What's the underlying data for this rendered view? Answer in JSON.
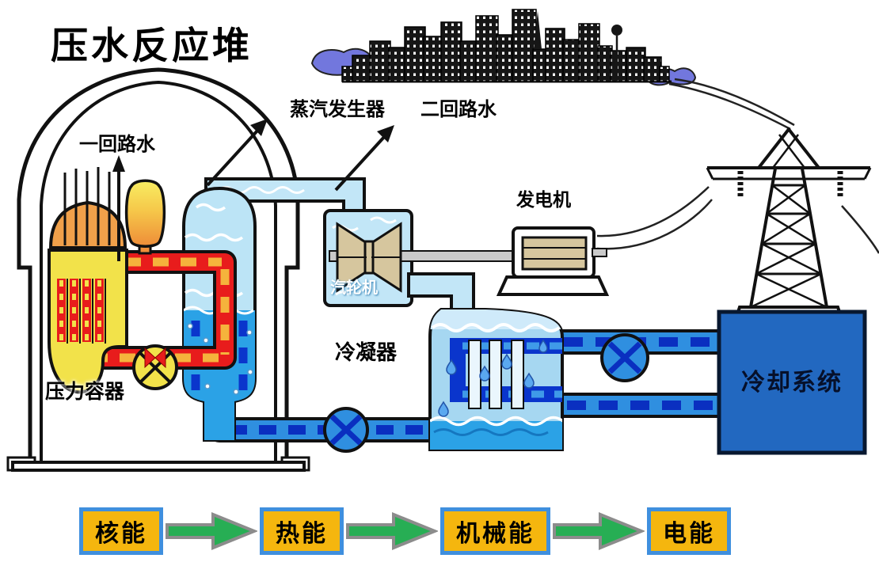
{
  "title": "压水反应堆",
  "diagram": {
    "labels": {
      "primary_water": "一回路水",
      "steam_generator": "蒸汽发生器",
      "secondary_water": "二回路水",
      "generator": "发电机",
      "turbine": "汽轮机",
      "condenser": "冷凝器",
      "pressure_vessel": "压力容器",
      "cooling_system": "冷却系统"
    },
    "colors": {
      "primary_loop_red": "#e81c1c",
      "primary_dash_orange": "#f5b33c",
      "secondary_pipe_blue": "#2f8fe0",
      "pipe_dash_navy": "#0a2fc0",
      "steam_light_blue": "#c2e6f7",
      "vessel_yellow": "#f2e24a",
      "dome_orange": "#f0a04a",
      "turbine_tan": "#d6c69e",
      "cooling_box_blue": "#2268c0",
      "water_blob_blue": "#7277dd",
      "energy_box_fill": "#f5b60e",
      "energy_box_border": "#3f8fde",
      "flow_arrow_green": "#27ae54",
      "flow_arrow_outline": "#8c8c8c"
    }
  },
  "energy_flow": {
    "items": [
      {
        "label": "核能"
      },
      {
        "label": "热能"
      },
      {
        "label": "机械能"
      },
      {
        "label": "电能"
      }
    ]
  }
}
